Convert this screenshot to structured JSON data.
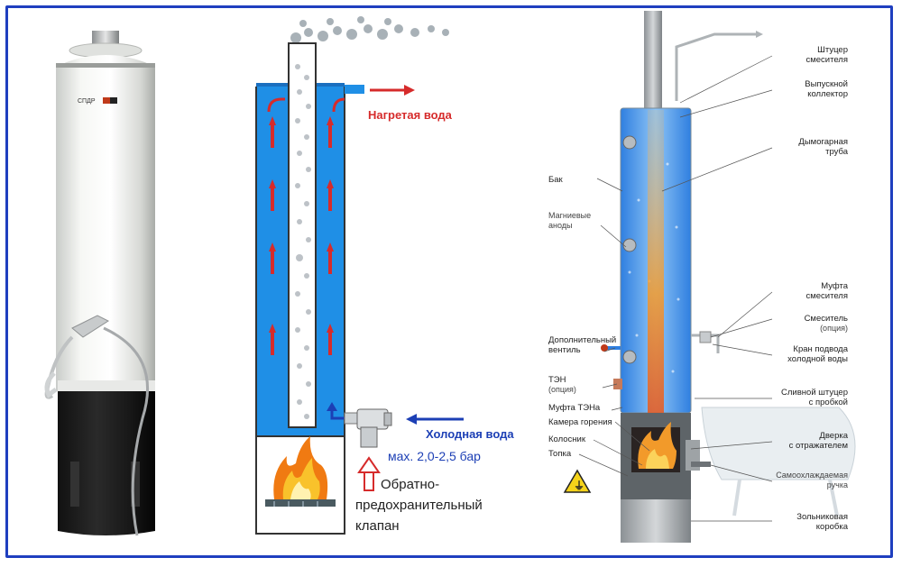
{
  "product": {
    "brand_text": "СПДР"
  },
  "schematic": {
    "hot_water": "Нагретая вода",
    "cold_water": "Холодная вода",
    "pressure": "мах. 2,0-2,5 бар",
    "valve_line1": "Обратно-",
    "valve_line2": "предохранительный",
    "valve_line3": "клапан",
    "colors": {
      "water": "#1f8fe6",
      "hot": "#d62b2b",
      "cold": "#1c3fb5"
    }
  },
  "cutaway": {
    "labels_left": {
      "tank": "Бак",
      "anodes_1": "Магниевые",
      "anodes_2": "аноды",
      "valve_1": "Дополнительный",
      "valve_2": "вентиль",
      "ten": "ТЭН",
      "ten_opt": "(опция)",
      "ten_coupling": "Муфта ТЭНа",
      "combustion": "Камера горения",
      "grate": "Колосник",
      "firebox": "Топка"
    },
    "labels_right": {
      "mixer_fitting_1": "Штуцер",
      "mixer_fitting_2": "смесителя",
      "outlet_1": "Выпускной",
      "outlet_2": "коллектор",
      "flue_1": "Дымогарная",
      "flue_2": "труба",
      "coupling_1": "Муфта",
      "coupling_2": "смесителя",
      "mixer_1": "Смеситель",
      "mixer_2": "(опция)",
      "cold_tap_1": "Кран подвода",
      "cold_tap_2": "холодной воды",
      "drain_1": "Сливной штуцер",
      "drain_2": "с пробкой",
      "door_1": "Дверка",
      "door_2": "с отражателем",
      "handle_1": "Самоохлаждаемая",
      "handle_2": "ручка",
      "ash_1": "Зольниковая",
      "ash_2": "коробка"
    }
  }
}
